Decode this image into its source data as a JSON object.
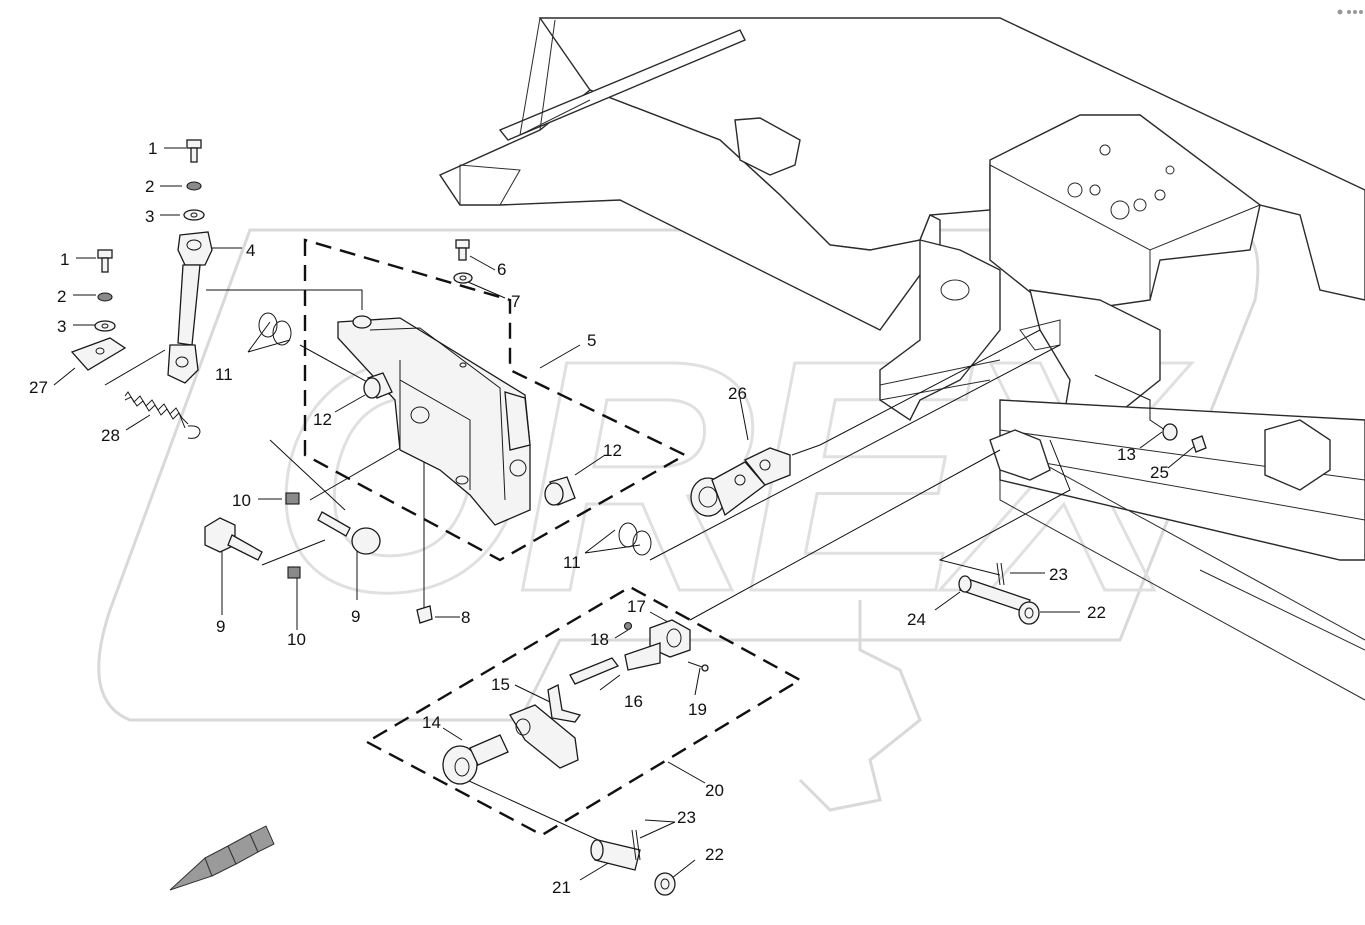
{
  "callouts": [
    "1",
    "2",
    "3",
    "1",
    "2",
    "3",
    "4",
    "27",
    "28",
    "5",
    "6",
    "7",
    "11",
    "12",
    "12",
    "11",
    "10",
    "9",
    "10",
    "9",
    "8",
    "26",
    "13",
    "25",
    "23",
    "24",
    "22",
    "17",
    "18",
    "16",
    "19",
    "15",
    "14",
    "20",
    "23",
    "22",
    "21"
  ],
  "watermark": {
    "text": "OREX"
  },
  "colors": {
    "line": "#1a1a1a",
    "watermark": "#d9d9d9",
    "background": "#ffffff"
  }
}
